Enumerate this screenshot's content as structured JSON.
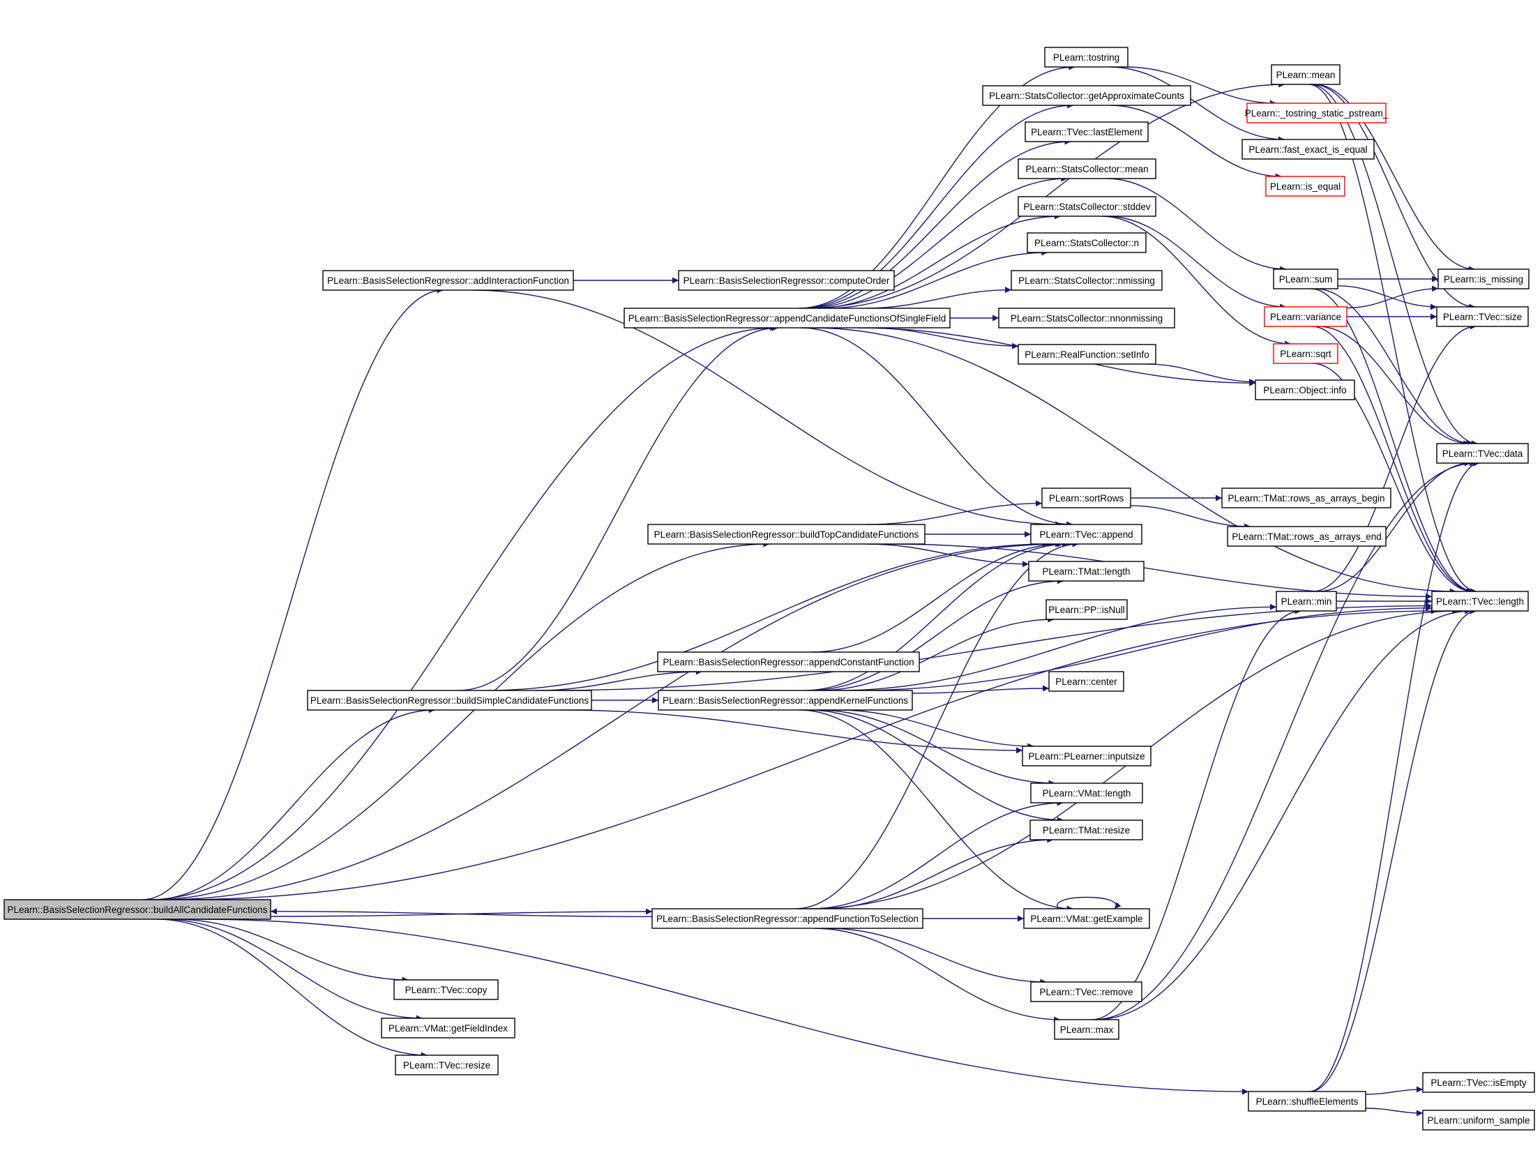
{
  "colors": {
    "edge": "#191970",
    "root_fill": "#bfbfbf",
    "red_border": "#ff0000",
    "node_border": "#000000"
  },
  "nodes": [
    {
      "id": "buildAll",
      "label": "PLearn::BasisSelectionRegressor::buildAllCandidateFunctions",
      "style": "root"
    },
    {
      "id": "addInteraction",
      "label": "PLearn::BasisSelectionRegressor::addInteractionFunction",
      "style": "normal"
    },
    {
      "id": "computeOrder",
      "label": "PLearn::BasisSelectionRegressor::computeOrder",
      "style": "normal"
    },
    {
      "id": "appendSingle",
      "label": "PLearn::BasisSelectionRegressor::appendCandidateFunctionsOfSingleField",
      "style": "normal"
    },
    {
      "id": "buildTop",
      "label": "PLearn::BasisSelectionRegressor::buildTopCandidateFunctions",
      "style": "normal"
    },
    {
      "id": "buildSimple",
      "label": "PLearn::BasisSelectionRegressor::buildSimpleCandidateFunctions",
      "style": "normal"
    },
    {
      "id": "appendConst",
      "label": "PLearn::BasisSelectionRegressor::appendConstantFunction",
      "style": "normal"
    },
    {
      "id": "appendKernel",
      "label": "PLearn::BasisSelectionRegressor::appendKernelFunctions",
      "style": "normal"
    },
    {
      "id": "appendToSel",
      "label": "PLearn::BasisSelectionRegressor::appendFunctionToSelection",
      "style": "normal"
    },
    {
      "id": "tvecCopy",
      "label": "PLearn::TVec::copy",
      "style": "normal"
    },
    {
      "id": "getFieldIndex",
      "label": "PLearn::VMat::getFieldIndex",
      "style": "normal"
    },
    {
      "id": "tvecResize",
      "label": "PLearn::TVec::resize",
      "style": "normal"
    },
    {
      "id": "tostring",
      "label": "PLearn::tostring",
      "style": "normal"
    },
    {
      "id": "getApprox",
      "label": "PLearn::StatsCollector::getApproximateCounts",
      "style": "normal"
    },
    {
      "id": "lastElement",
      "label": "PLearn::TVec::lastElement",
      "style": "normal"
    },
    {
      "id": "scMean",
      "label": "PLearn::StatsCollector::mean",
      "style": "normal"
    },
    {
      "id": "scStddev",
      "label": "PLearn::StatsCollector::stddev",
      "style": "normal"
    },
    {
      "id": "scN",
      "label": "PLearn::StatsCollector::n",
      "style": "normal"
    },
    {
      "id": "scNmissing",
      "label": "PLearn::StatsCollector::nmissing",
      "style": "normal"
    },
    {
      "id": "scNnonmissing",
      "label": "PLearn::StatsCollector::nnonmissing",
      "style": "normal"
    },
    {
      "id": "setInfo",
      "label": "PLearn::RealFunction::setInfo",
      "style": "normal"
    },
    {
      "id": "sortRows",
      "label": "PLearn::sortRows",
      "style": "normal"
    },
    {
      "id": "tvecAppend",
      "label": "PLearn::TVec::append",
      "style": "normal"
    },
    {
      "id": "tmatLength",
      "label": "PLearn::TMat::length",
      "style": "normal"
    },
    {
      "id": "ppIsNull",
      "label": "PLearn::PP::isNull",
      "style": "normal"
    },
    {
      "id": "center",
      "label": "PLearn::center",
      "style": "normal"
    },
    {
      "id": "inputsize",
      "label": "PLearn::PLearner::inputsize",
      "style": "normal"
    },
    {
      "id": "vmatLength",
      "label": "PLearn::VMat::length",
      "style": "normal"
    },
    {
      "id": "tmatResize",
      "label": "PLearn::TMat::resize",
      "style": "normal"
    },
    {
      "id": "getExample",
      "label": "PLearn::VMat::getExample",
      "style": "normal"
    },
    {
      "id": "tvecRemove",
      "label": "PLearn::TVec::remove",
      "style": "normal"
    },
    {
      "id": "max",
      "label": "PLearn::max",
      "style": "normal"
    },
    {
      "id": "mean",
      "label": "PLearn::mean",
      "style": "normal"
    },
    {
      "id": "tostringStatic",
      "label": "PLearn::_tostring_static_pstream_",
      "style": "red"
    },
    {
      "id": "fastExact",
      "label": "PLearn::fast_exact_is_equal",
      "style": "normal"
    },
    {
      "id": "isEqual",
      "label": "PLearn::is_equal",
      "style": "red"
    },
    {
      "id": "sum",
      "label": "PLearn::sum",
      "style": "normal"
    },
    {
      "id": "variance",
      "label": "PLearn::variance",
      "style": "red"
    },
    {
      "id": "sqrt",
      "label": "PLearn::sqrt",
      "style": "red"
    },
    {
      "id": "objectInfo",
      "label": "PLearn::Object::info",
      "style": "normal"
    },
    {
      "id": "rowsBegin",
      "label": "PLearn::TMat::rows_as_arrays_begin",
      "style": "normal"
    },
    {
      "id": "rowsEnd",
      "label": "PLearn::TMat::rows_as_arrays_end",
      "style": "normal"
    },
    {
      "id": "min",
      "label": "PLearn::min",
      "style": "normal"
    },
    {
      "id": "shuffle",
      "label": "PLearn::shuffleElements",
      "style": "normal"
    },
    {
      "id": "isMissing",
      "label": "PLearn::is_missing",
      "style": "normal"
    },
    {
      "id": "tvecSize",
      "label": "PLearn::TVec::size",
      "style": "normal"
    },
    {
      "id": "tvecData",
      "label": "PLearn::TVec::data",
      "style": "normal"
    },
    {
      "id": "tvecLength",
      "label": "PLearn::TVec::length",
      "style": "normal"
    },
    {
      "id": "tvecIsEmpty",
      "label": "PLearn::TVec::isEmpty",
      "style": "normal"
    },
    {
      "id": "uniformSample",
      "label": "PLearn::uniform_sample",
      "style": "normal"
    }
  ],
  "edges": [
    [
      "buildAll",
      "addInteraction"
    ],
    [
      "buildAll",
      "appendSingle"
    ],
    [
      "buildAll",
      "buildTop"
    ],
    [
      "buildAll",
      "tvecAppend"
    ],
    [
      "buildAll",
      "buildSimple"
    ],
    [
      "buildAll",
      "appendToSel"
    ],
    [
      "buildAll",
      "tvecCopy"
    ],
    [
      "buildAll",
      "getFieldIndex"
    ],
    [
      "buildAll",
      "tvecResize"
    ],
    [
      "buildAll",
      "tvecLength"
    ],
    [
      "buildAll",
      "shuffle"
    ],
    [
      "addInteraction",
      "computeOrder"
    ],
    [
      "addInteraction",
      "tvecAppend"
    ],
    [
      "appendSingle",
      "tostring"
    ],
    [
      "appendSingle",
      "getApprox"
    ],
    [
      "appendSingle",
      "lastElement"
    ],
    [
      "appendSingle",
      "scMean"
    ],
    [
      "appendSingle",
      "scStddev"
    ],
    [
      "appendSingle",
      "scN"
    ],
    [
      "appendSingle",
      "scNmissing"
    ],
    [
      "appendSingle",
      "scNnonmissing"
    ],
    [
      "appendSingle",
      "setInfo"
    ],
    [
      "appendSingle",
      "mean"
    ],
    [
      "appendSingle",
      "tvecAppend"
    ],
    [
      "appendSingle",
      "objectInfo"
    ],
    [
      "appendSingle",
      "tvecLength"
    ],
    [
      "buildTop",
      "sortRows"
    ],
    [
      "buildTop",
      "tvecAppend"
    ],
    [
      "buildTop",
      "tmatLength"
    ],
    [
      "buildTop",
      "tvecLength"
    ],
    [
      "buildSimple",
      "appendSingle"
    ],
    [
      "buildSimple",
      "tvecAppend"
    ],
    [
      "buildSimple",
      "appendConst"
    ],
    [
      "buildSimple",
      "appendKernel"
    ],
    [
      "buildSimple",
      "inputsize"
    ],
    [
      "buildSimple",
      "tvecLength"
    ],
    [
      "appendConst",
      "tvecAppend"
    ],
    [
      "appendKernel",
      "tvecAppend"
    ],
    [
      "appendKernel",
      "tmatLength"
    ],
    [
      "appendKernel",
      "ppIsNull"
    ],
    [
      "appendKernel",
      "center"
    ],
    [
      "appendKernel",
      "inputsize"
    ],
    [
      "appendKernel",
      "vmatLength"
    ],
    [
      "appendKernel",
      "tmatResize"
    ],
    [
      "appendKernel",
      "getExample"
    ],
    [
      "appendKernel",
      "min"
    ],
    [
      "appendKernel",
      "tvecLength"
    ],
    [
      "appendToSel",
      "buildAll"
    ],
    [
      "appendToSel",
      "tvecAppend"
    ],
    [
      "appendToSel",
      "vmatLength"
    ],
    [
      "appendToSel",
      "tmatResize"
    ],
    [
      "appendToSel",
      "getExample"
    ],
    [
      "appendToSel",
      "tvecRemove"
    ],
    [
      "appendToSel",
      "max"
    ],
    [
      "appendToSel",
      "tvecLength"
    ],
    [
      "tostring",
      "tostringStatic"
    ],
    [
      "tostring",
      "fastExact"
    ],
    [
      "getApprox",
      "isEqual"
    ],
    [
      "scMean",
      "sum"
    ],
    [
      "scStddev",
      "variance"
    ],
    [
      "scStddev",
      "sqrt"
    ],
    [
      "setInfo",
      "objectInfo"
    ],
    [
      "sortRows",
      "rowsBegin"
    ],
    [
      "sortRows",
      "rowsEnd"
    ],
    [
      "getExample",
      "getExample"
    ],
    [
      "max",
      "min"
    ],
    [
      "max",
      "tvecData"
    ],
    [
      "max",
      "tvecLength"
    ],
    [
      "mean",
      "isMissing"
    ],
    [
      "mean",
      "tvecSize"
    ],
    [
      "mean",
      "tvecData"
    ],
    [
      "mean",
      "tvecLength"
    ],
    [
      "sum",
      "isMissing"
    ],
    [
      "sum",
      "tvecSize"
    ],
    [
      "sum",
      "tvecData"
    ],
    [
      "sum",
      "tvecLength"
    ],
    [
      "variance",
      "isMissing"
    ],
    [
      "variance",
      "tvecSize"
    ],
    [
      "variance",
      "tvecData"
    ],
    [
      "variance",
      "tvecLength"
    ],
    [
      "sqrt",
      "tvecLength"
    ],
    [
      "min",
      "tvecSize"
    ],
    [
      "min",
      "tvecData"
    ],
    [
      "min",
      "tvecLength"
    ],
    [
      "shuffle",
      "tvecIsEmpty"
    ],
    [
      "shuffle",
      "uniformSample"
    ],
    [
      "shuffle",
      "tvecData"
    ],
    [
      "shuffle",
      "tvecLength"
    ]
  ]
}
